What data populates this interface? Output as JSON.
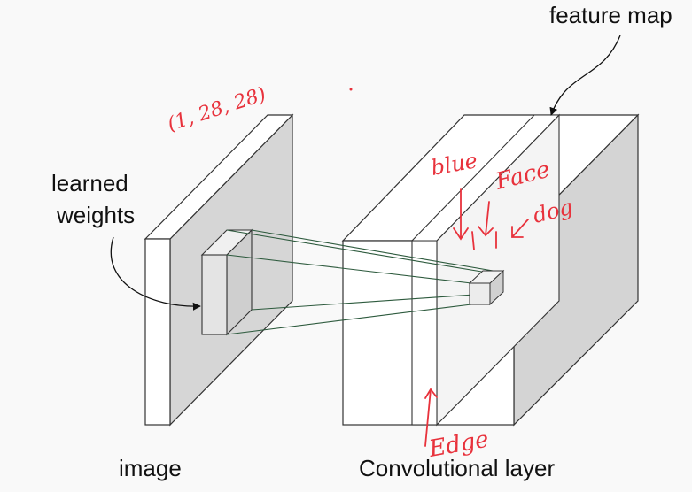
{
  "labels": {
    "feature_map": "feature map",
    "learned_weights_line1": "learned",
    "learned_weights_line2": "weights",
    "image": "image",
    "conv_layer": "Convolutional layer"
  },
  "annotations": {
    "input_shape": "(1, 28, 28)",
    "blue": "blue",
    "face": "Face",
    "dog": "dog",
    "edge": "Edge"
  },
  "colors": {
    "background": "#f9f9f9",
    "outline": "#333333",
    "face_gray": "#d6d6d6",
    "face_white": "#ffffff",
    "connector_green": "#2d5a3d",
    "annotation_red": "#e8323c"
  }
}
